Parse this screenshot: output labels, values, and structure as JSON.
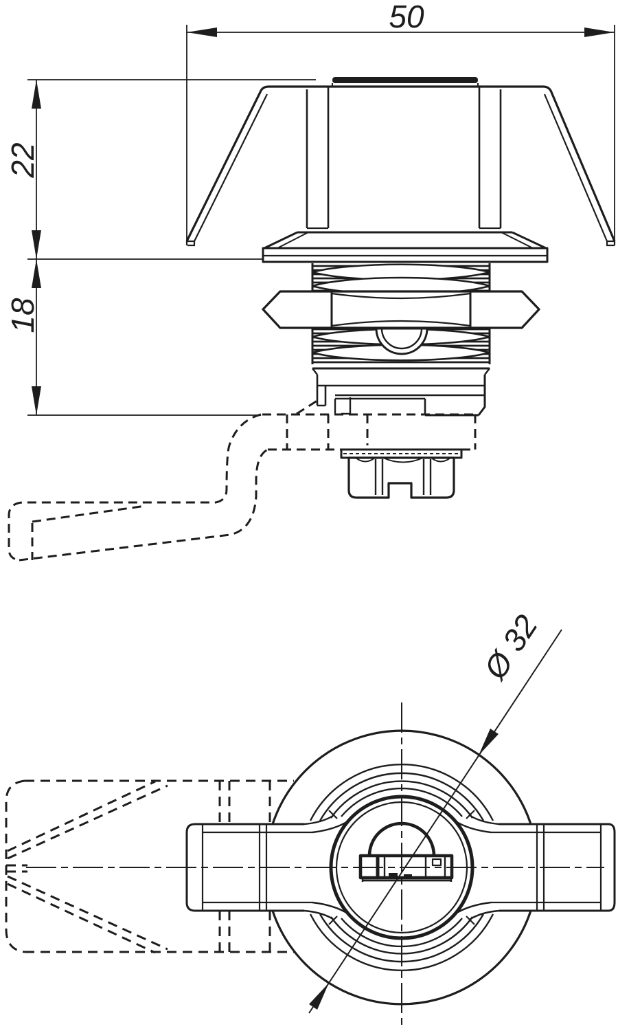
{
  "page": {
    "background_color": "#ffffff",
    "line_color": "#1d1d1d"
  },
  "drawing": {
    "type": "technical-drawing",
    "subject": "wing-knob cam lock, front elevation and bottom view",
    "views": {
      "front": {
        "name": "front-elevation"
      },
      "bottom": {
        "name": "bottom-view"
      }
    },
    "dimensions": {
      "width": {
        "value": "50"
      },
      "head_height": {
        "value": "22"
      },
      "thread_length": {
        "value": "18"
      },
      "diameter": {
        "value": "Ø 32"
      }
    }
  }
}
